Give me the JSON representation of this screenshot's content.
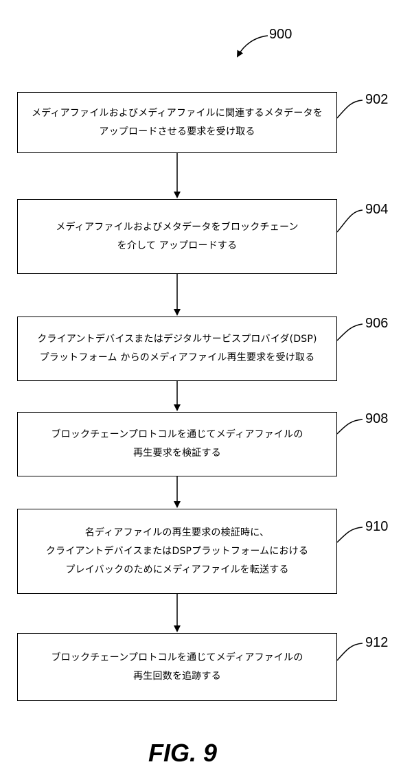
{
  "figure_ref": "900",
  "figure_label": "FIG. 9",
  "steps": [
    {
      "ref": "902",
      "lines": [
        "メディアファイルおよびメディアファイルに関連するメタデータを",
        "アップロードさせる要求を受け取る"
      ]
    },
    {
      "ref": "904",
      "lines": [
        "メディアファイルおよびメタデータをブロックチェーン",
        "を介して アップロードする"
      ]
    },
    {
      "ref": "906",
      "lines": [
        "クライアントデバイスまたはデジタルサービスプロバイダ(DSP)",
        "プラットフォーム からのメディアファイル再生要求を受け取る"
      ]
    },
    {
      "ref": "908",
      "lines": [
        "ブロックチェーンプロトコルを通じてメディアファイルの",
        "再生要求を検証する"
      ]
    },
    {
      "ref": "910",
      "lines": [
        "名ディアファイルの再生要求の検証時に、",
        "クライアントデバイスまたはDSPプラットフォームにおける",
        "プレイバックのためにメディアファイルを転送する"
      ]
    },
    {
      "ref": "912",
      "lines": [
        "ブロックチェーンプロトコルを通じてメディアファイルの",
        "再生回数を追跡する"
      ]
    }
  ]
}
